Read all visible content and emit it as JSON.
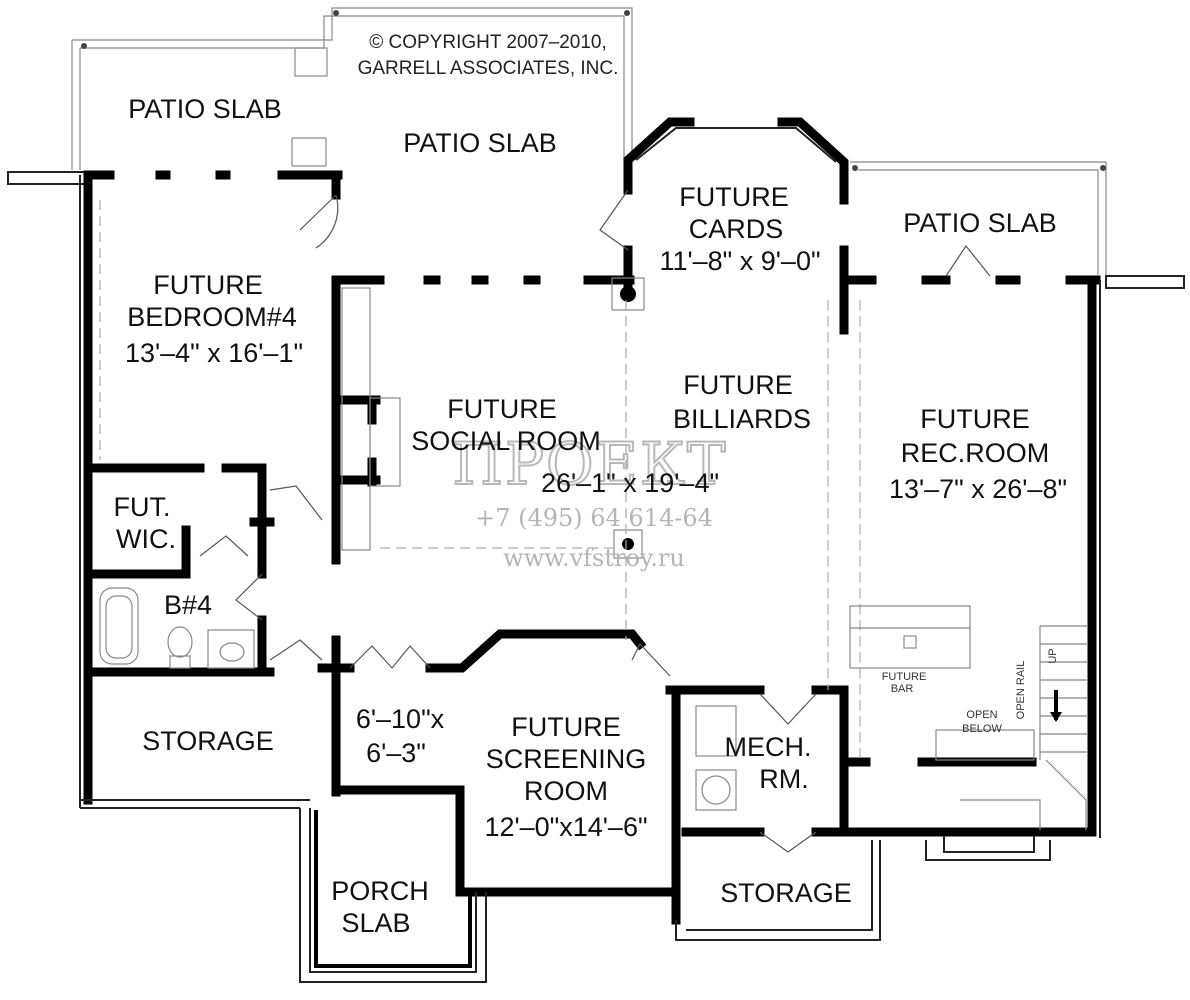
{
  "copyright": {
    "line1": "© COPYRIGHT 2007–2010,",
    "line2": "GARRELL ASSOCIATES, INC."
  },
  "watermark": {
    "brand": "ПРОЕКТ",
    "phone": "+7 (495) 64 614-64",
    "url": "www.vfstroy.ru"
  },
  "rooms": {
    "patio_left": {
      "line1": "PATIO SLAB"
    },
    "patio_center": {
      "line1": "PATIO SLAB"
    },
    "patio_right": {
      "line1": "PATIO SLAB"
    },
    "cards": {
      "line1": "FUTURE",
      "line2": "CARDS",
      "dim": "11'–8\" x 9'–0\""
    },
    "bedroom4": {
      "line1": "FUTURE",
      "line2": "BEDROOM#4",
      "dim": "13'–4\" x 16'–1\""
    },
    "social": {
      "line1": "FUTURE",
      "line2": "SOCIAL ROOM",
      "dim": "26'–1\" x 19'–4\""
    },
    "billiards": {
      "line1": "FUTURE",
      "line2": "BILLIARDS"
    },
    "rec": {
      "line1": "FUTURE",
      "line2": "REC.ROOM",
      "dim": "13'–7\" x 26'–8\""
    },
    "wic": {
      "line1": "FUT.",
      "line2": "WIC."
    },
    "bath4": {
      "line1": "B#4"
    },
    "storage_left": {
      "line1": "STORAGE"
    },
    "closet_dim": {
      "line1": "6'–10\"x",
      "line2": "6'–3\""
    },
    "screening": {
      "line1": "FUTURE",
      "line2": "SCREENING",
      "line3": "ROOM",
      "dim": "12'–0\"x14'–6\""
    },
    "mech": {
      "line1": "MECH.",
      "line2": "RM."
    },
    "storage_right": {
      "line1": "STORAGE"
    },
    "porch": {
      "line1": "PORCH",
      "line2": "SLAB"
    },
    "bar": {
      "line1": "FUTURE",
      "line2": "BAR"
    },
    "open_below": {
      "line1": "OPEN",
      "line2": "BELOW"
    },
    "open_rail": {
      "line1": "OPEN RAIL"
    },
    "up": {
      "line1": "UP"
    }
  }
}
